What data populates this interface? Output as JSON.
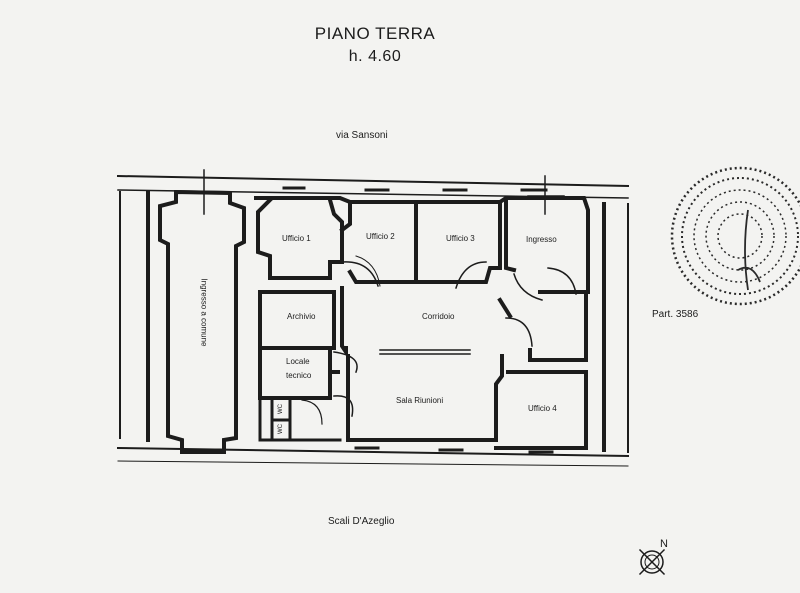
{
  "header": {
    "title": "PIANO TERRA",
    "height_label": "h. 4.60"
  },
  "streets": {
    "north": "via Sansoni",
    "south": "Scali D'Azeglio"
  },
  "parcel": "Part. 3586",
  "compass": {
    "north_label": "N"
  },
  "rooms": {
    "ufficio1": "Ufficio 1",
    "ufficio2": "Ufficio 2",
    "ufficio3": "Ufficio 3",
    "ingresso": "Ingresso",
    "archivio": "Archivio",
    "corridoio": "Corridoio",
    "locale_tecnico_1": "Locale",
    "locale_tecnico_2": "tecnico",
    "sala_riunioni": "Sala Riunioni",
    "ufficio4": "Ufficio 4",
    "wc_1": "WC",
    "wc_2": "WC",
    "ingresso_comune": "Ingresso a comune"
  },
  "colors": {
    "ink": "#1c1c1c",
    "paper": "#f3f3f1"
  }
}
